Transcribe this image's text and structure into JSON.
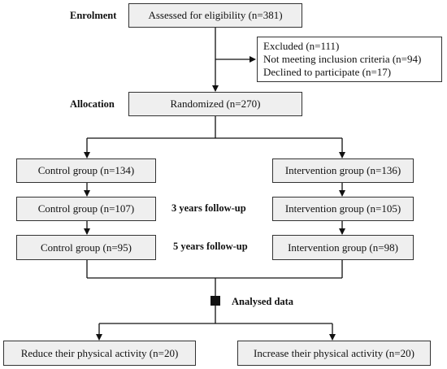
{
  "stages": {
    "enrolment": "Enrolment",
    "allocation": "Allocation",
    "followup_3": "3 years follow-up",
    "followup_5": "5 years follow-up",
    "analysed": "Analysed data"
  },
  "assessed": "Assessed for eligibility (n=381)",
  "excluded": {
    "title": "Excluded (n=111)",
    "reasons": [
      "Not meeting inclusion criteria (n=94)",
      "Declined to participate (n=17)"
    ]
  },
  "randomized": "Randomized (n=270)",
  "control": [
    "Control group (n=134)",
    "Control group (n=107)",
    "Control group (n=95)"
  ],
  "intervention": [
    "Intervention group (n=136)",
    "Intervention group (n=105)",
    "Intervention group (n=98)"
  ],
  "outcomes": {
    "reduce": "Reduce their physical activity (n=20)",
    "increase": "Increase their physical activity (n=20)"
  }
}
